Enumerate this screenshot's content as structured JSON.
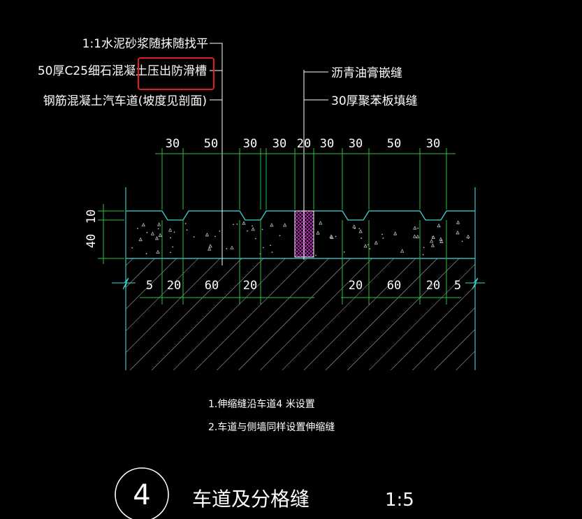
{
  "layer_labels": {
    "surface": "1:1水泥砂浆随抹随找平",
    "concrete": "50厚C25细石混凝土压出防滑槽",
    "base": "钢筋混凝土汽车道(坡度见剖面)",
    "seal": "沥青油膏嵌缝",
    "filler": "30厚聚苯板填缝"
  },
  "top_dimensions": [
    "30",
    "50",
    "30",
    "30",
    "20",
    "30",
    "30",
    "50",
    "30"
  ],
  "left_dimensions": [
    "10",
    "40"
  ],
  "bottom_dimensions": [
    "5",
    "20",
    "60",
    "20",
    "20",
    "60",
    "20",
    "5"
  ],
  "notes": [
    "1.伸缩缝沿车道4 米设置",
    "2.车道与侧墙同样设置伸缩缝"
  ],
  "detail": {
    "number": "4",
    "title": "车道及分格缝",
    "scale": "1:5"
  },
  "colors": {
    "background": "#000000",
    "outline": "#3fd6d6",
    "dimension": "#2fbf3f",
    "hatch": "#ffffff",
    "text": "#ffffff",
    "highlight": "#e02020",
    "joint": "#ff40ff"
  }
}
